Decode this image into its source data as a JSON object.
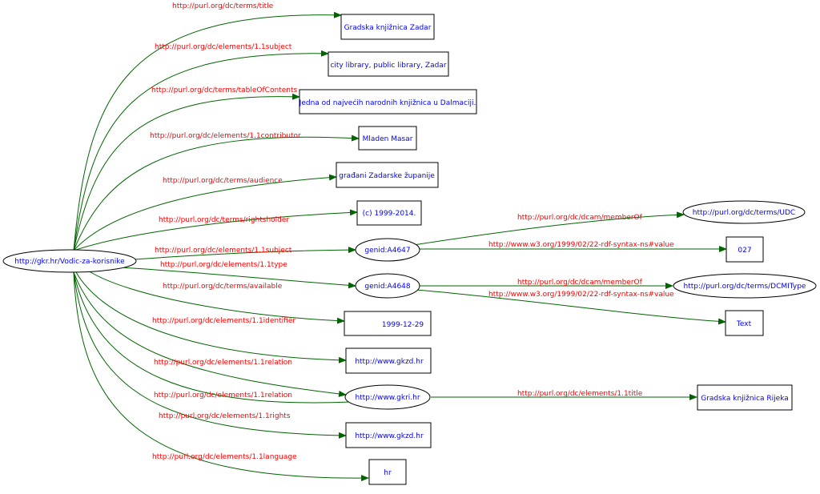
{
  "colors": {
    "node_text": "#0000ff",
    "edge_label": "#ff0000",
    "edge_line": "#006400",
    "node_border": "#000000",
    "background": "#ffffff"
  },
  "nodes": {
    "root": "http://gkr.hr/Vodic-za-korisnike",
    "title": "Gradska knjižnica Zadar",
    "subject_lit": "city library, public library, Zadar",
    "toc": "Jedna od najvećih narodnih knjižnica u Dalmaciji.",
    "contributor": "Mladen Masar",
    "audience": "građani Zadarske županije",
    "rightsholder": "(c) 1999-2014.",
    "genid1": "genid:A4647",
    "genid2": "genid:A4648",
    "available": "1999-12-29",
    "identifier": "http://www.gkzd.hr",
    "gkri": "http://www.gkri.hr",
    "rights": "http://www.gkzd.hr",
    "lang": "hr",
    "udc": "http://purl.org/dc/terms/UDC",
    "n027": "027",
    "dcmitype": "http://purl.org/dc/terms/DCMIType",
    "text": "Text",
    "rijeka": "Gradska knjižnica Rijeka"
  },
  "edges": {
    "title": "http://purl.org/dc/terms/title",
    "subject1": "http://purl.org/dc/elements/1.1subject",
    "toc": "http://purl.org/dc/terms/tableOfContents",
    "contributor": "http://purl.org/dc/elements/1.1contributor",
    "audience": "http://purl.org/dc/terms/audience",
    "rightsholder": "http://purl.org/dc/terms/rightsholder",
    "subject2": "http://purl.org/dc/elements/1.1subject",
    "type": "http://purl.org/dc/elements/1.1type",
    "available": "http://purl.org/dc/terms/available",
    "identifier": "http://purl.org/dc/elements/1.1identifier",
    "relation1": "http://purl.org/dc/elements/1.1relation",
    "relation2": "http://purl.org/dc/elements/1.1relation",
    "rights": "http://purl.org/dc/elements/1.1rights",
    "language": "http://purl.org/dc/elements/1.1language",
    "memberof1": "http://purl.org/dc/dcam/memberOf",
    "value1": "http://www.w3.org/1999/02/22-rdf-syntax-ns#value",
    "memberof2": "http://purl.org/dc/dcam/memberOf",
    "value2": "http://www.w3.org/1999/02/22-rdf-syntax-ns#value",
    "gkri_title": "http://purl.org/dc/elements/1.1title"
  }
}
